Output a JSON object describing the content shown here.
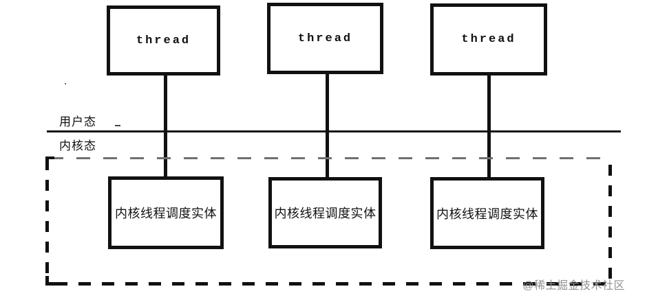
{
  "diagram": {
    "threads": [
      {
        "label": "thread"
      },
      {
        "label": "thread"
      },
      {
        "label": "thread"
      }
    ],
    "kernel_entities": [
      {
        "label": "内核线程调度实体"
      },
      {
        "label": "内核线程调度实体"
      },
      {
        "label": "内核线程调度实体"
      }
    ],
    "user_mode_label": "用户态",
    "kernel_mode_label": "内核态",
    "watermark": "@稀土掘金技术社区",
    "colors": {
      "line": "#111111",
      "boundary_top_dash": "#6f6f6f",
      "watermark": "#8f8f8f",
      "background": "#ffffff"
    }
  }
}
